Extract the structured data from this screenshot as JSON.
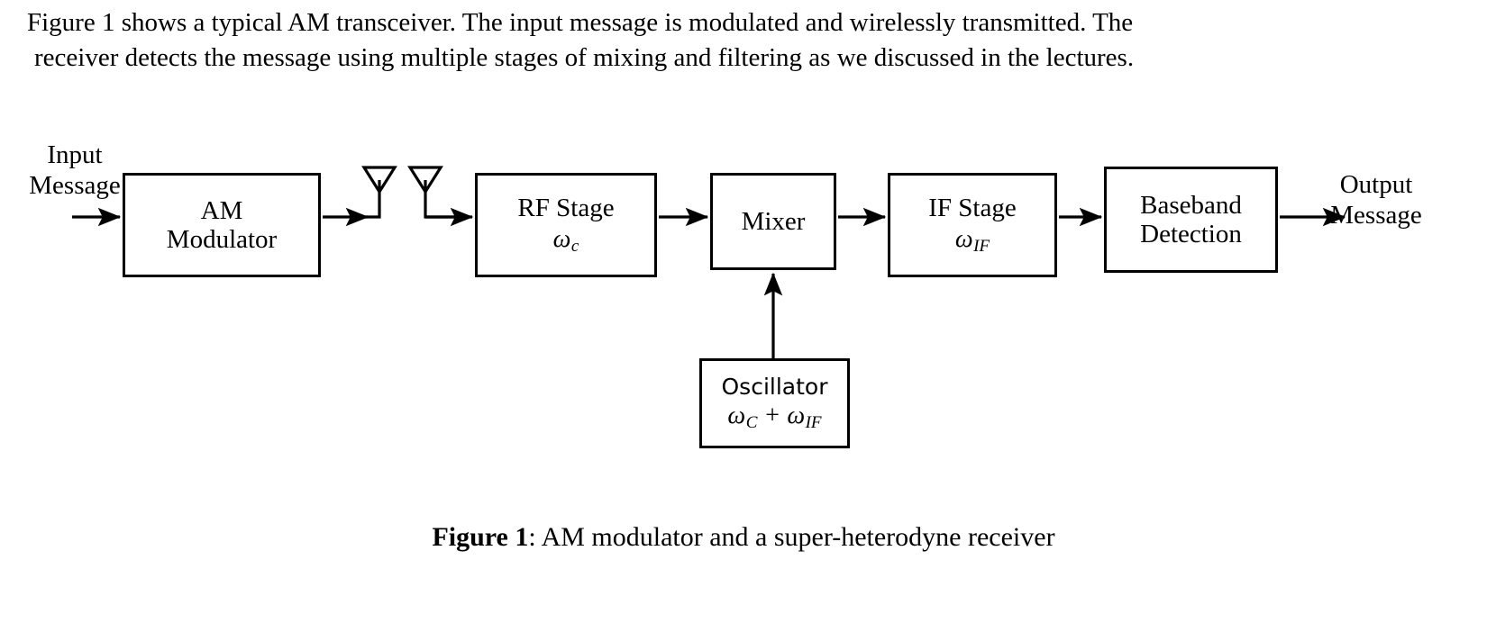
{
  "document": {
    "intro_line_1": "Figure 1 shows a typical AM transceiver. The input message is modulated and wirelessly transmitted. The",
    "intro_line_2": "receiver detects the message using multiple stages of mixing and filtering as we discussed in the lectures."
  },
  "figure": {
    "caption_prefix": "Figure 1",
    "caption_separator": ": ",
    "caption_text": "AM modulator and a super-heterodyne receiver",
    "stroke_color": "#000000",
    "background_color": "#ffffff",
    "labels": {
      "input_message_line_1": "Input",
      "input_message_line_2": "Message",
      "output_message_line_1": "Output",
      "output_message_line_2": "Message"
    },
    "blocks": [
      {
        "id": "am-modulator",
        "line_1": "AM",
        "line_2": "Modulator"
      },
      {
        "id": "rf-stage",
        "line_1": "RF Stage",
        "symbol_base": "ω",
        "symbol_sub": "c"
      },
      {
        "id": "mixer",
        "line_1": "Mixer"
      },
      {
        "id": "if-stage",
        "line_1": "IF Stage",
        "symbol_base": "ω",
        "symbol_sub": "IF"
      },
      {
        "id": "baseband-detection",
        "line_1": "Baseband",
        "line_2": "Detection"
      },
      {
        "id": "oscillator",
        "line_1": "Oscillator",
        "symbol_base_1": "ω",
        "symbol_sub_1": "C",
        "symbol_operator": " + ",
        "symbol_base_2": "ω",
        "symbol_sub_2": "IF"
      }
    ],
    "antennas": [
      {
        "id": "transmit-antenna"
      },
      {
        "id": "receive-antenna"
      }
    ]
  }
}
